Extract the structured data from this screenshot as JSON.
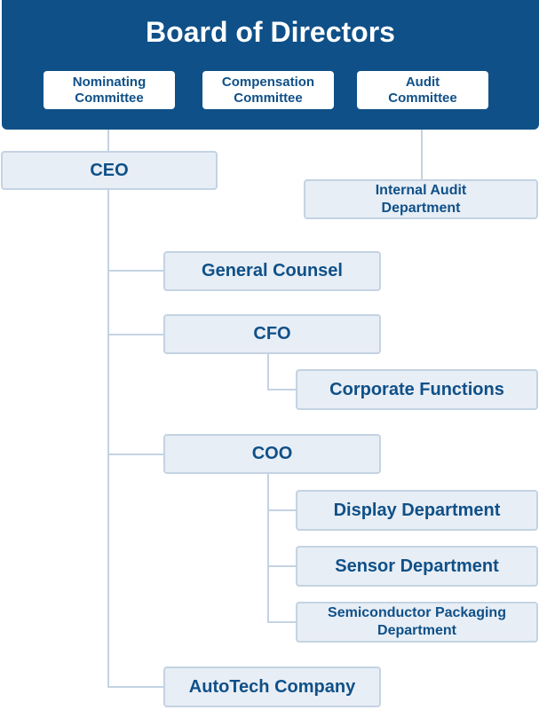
{
  "board": {
    "title": "Board of Directors",
    "committees": [
      {
        "label": "Nominating\nCommittee"
      },
      {
        "label": "Compensation\nCommittee"
      },
      {
        "label": "Audit\nCommittee"
      }
    ]
  },
  "nodes": {
    "ceo": "CEO",
    "internal_audit": "Internal Audit\nDepartment",
    "general_counsel": "General Counsel",
    "cfo": "CFO",
    "corporate_functions": "Corporate Functions",
    "coo": "COO",
    "display": "Display Department",
    "sensor": "Sensor Department",
    "semiconductor": "Semiconductor Packaging\nDepartment",
    "autotech": "AutoTech Company"
  },
  "colors": {
    "board_bg": "#0f5088",
    "node_bg": "#e8eef5",
    "node_border": "#c4d3e3",
    "text": "#0f5088"
  }
}
